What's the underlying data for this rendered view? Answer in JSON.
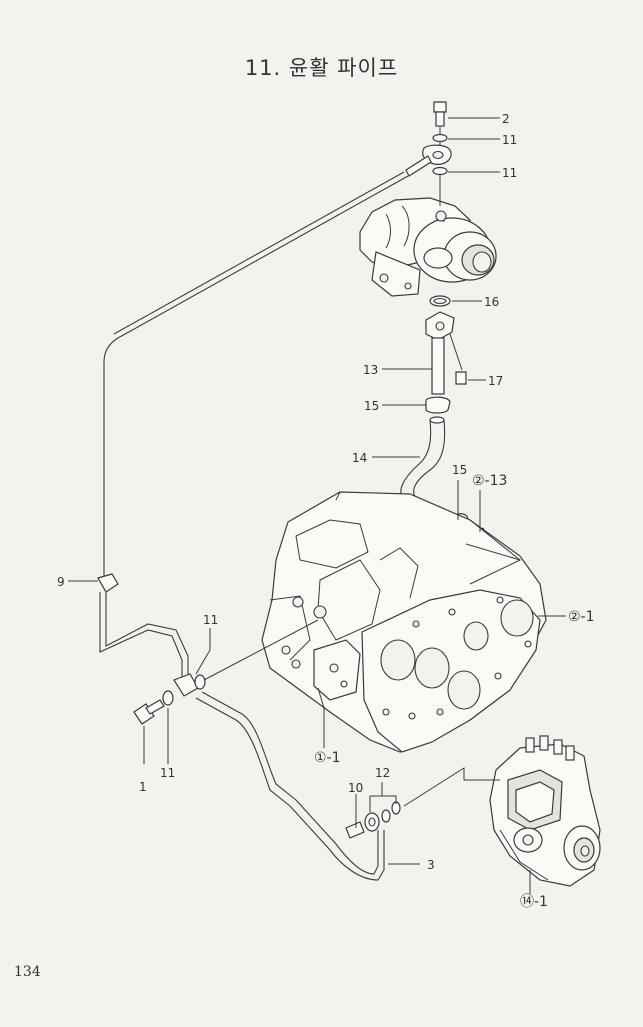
{
  "title": "11. 윤활 파이프",
  "page_number": "134",
  "labels": {
    "bolt_top": "2",
    "washer_top_a": "11",
    "washer_top_b": "11",
    "oring": "16",
    "pipe_upper": "13",
    "bolt_flange": "17",
    "clamp_upper": "15",
    "hose": "14",
    "clamp_lower": "15",
    "ref_2_13": "②-13",
    "ref_2_1": "②-1",
    "pipe_oil": "9",
    "washer_mid": "11",
    "bolt_lower": "1",
    "washer_lower": "11",
    "ref_1_1": "①-1",
    "washer_set": "12",
    "bolt_pump": "10",
    "pipe_pump": "3",
    "ref_14_1": "⑭-1"
  }
}
